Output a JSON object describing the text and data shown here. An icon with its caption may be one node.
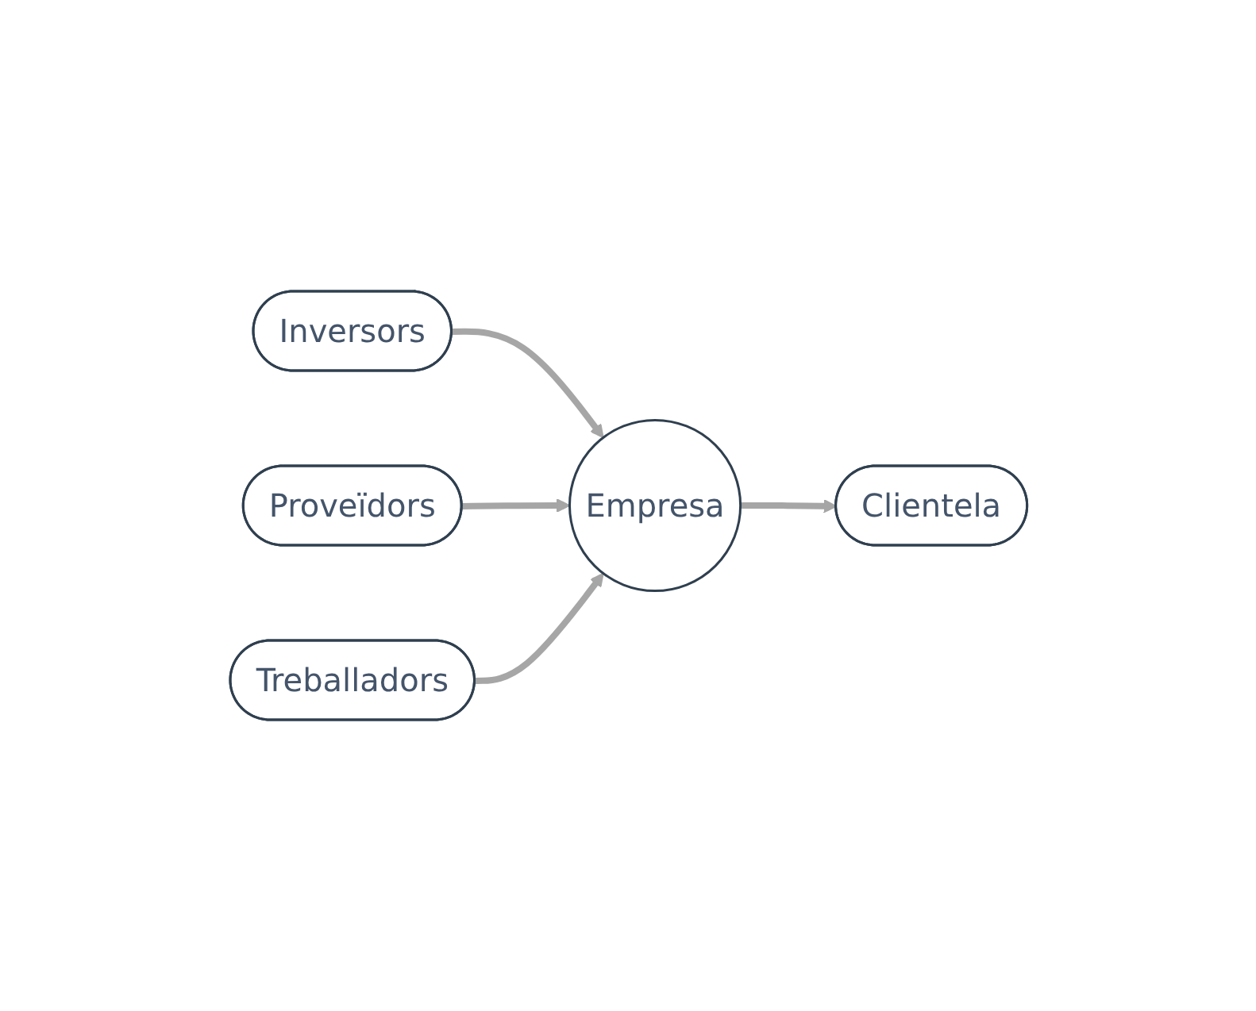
{
  "diagram": {
    "nodes": [
      {
        "text": [
          "Inversors"
        ]
      },
      {
        "text": [
          "Proveïdors"
        ]
      },
      {
        "text": [
          "Empresa"
        ]
      },
      {
        "text": [
          "Clientela"
        ]
      },
      {
        "text": [
          "Treballadors"
        ]
      }
    ],
    "edges": [
      {
        "from": 0,
        "to": 2,
        "arrow": "to"
      },
      {
        "from": 1,
        "to": 2,
        "arrow": "to"
      },
      {
        "from": 2,
        "to": 3,
        "arrow": "to"
      },
      {
        "from": 4,
        "to": 2,
        "arrow": "to"
      }
    ]
  }
}
